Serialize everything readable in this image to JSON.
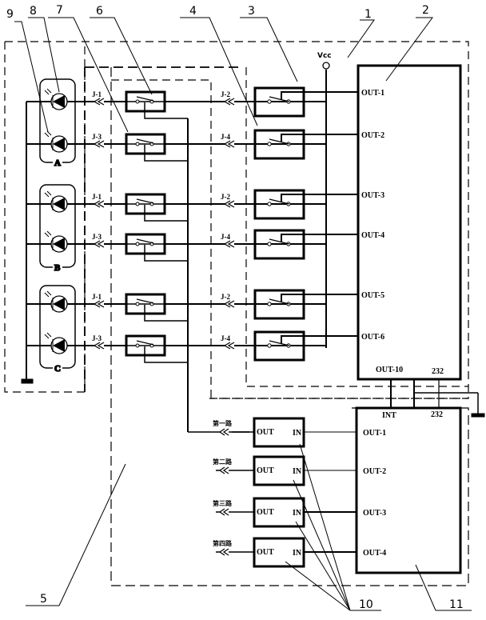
{
  "diagram": {
    "type": "circuit-schematic",
    "reference_numbers": {
      "n1": "1",
      "n2": "2",
      "n3": "3",
      "n4": "4",
      "n5": "5",
      "n6": "6",
      "n7": "7",
      "n8": "8",
      "n9": "9",
      "n10": "10",
      "n11": "11"
    },
    "supply_label": "Vcc",
    "lamp_groups": [
      "A",
      "B",
      "C"
    ],
    "left_connectors": [
      "J-1",
      "J-3",
      "J-1",
      "J-3",
      "J-1",
      "J-3"
    ],
    "right_connectors": [
      "J-2",
      "J-4",
      "J-2",
      "J-4",
      "J-2",
      "J-4"
    ],
    "controller_top": {
      "outputs": [
        "OUT-1",
        "OUT-2",
        "OUT-3",
        "OUT-4",
        "OUT-5",
        "OUT-6"
      ],
      "bottom_ports": [
        "OUT-10",
        "232"
      ]
    },
    "controller_bottom": {
      "top_ports": [
        "INT",
        "232"
      ],
      "outputs": [
        "OUT-1",
        "OUT-2",
        "OUT-3",
        "OUT-4"
      ]
    },
    "drivers": [
      {
        "out": "OUT",
        "in": "IN",
        "channel": "第一路"
      },
      {
        "out": "OUT",
        "in": "IN",
        "channel": "第二路"
      },
      {
        "out": "OUT",
        "in": "IN",
        "channel": "第三路"
      },
      {
        "out": "OUT",
        "in": "IN",
        "channel": "第四路"
      }
    ]
  }
}
